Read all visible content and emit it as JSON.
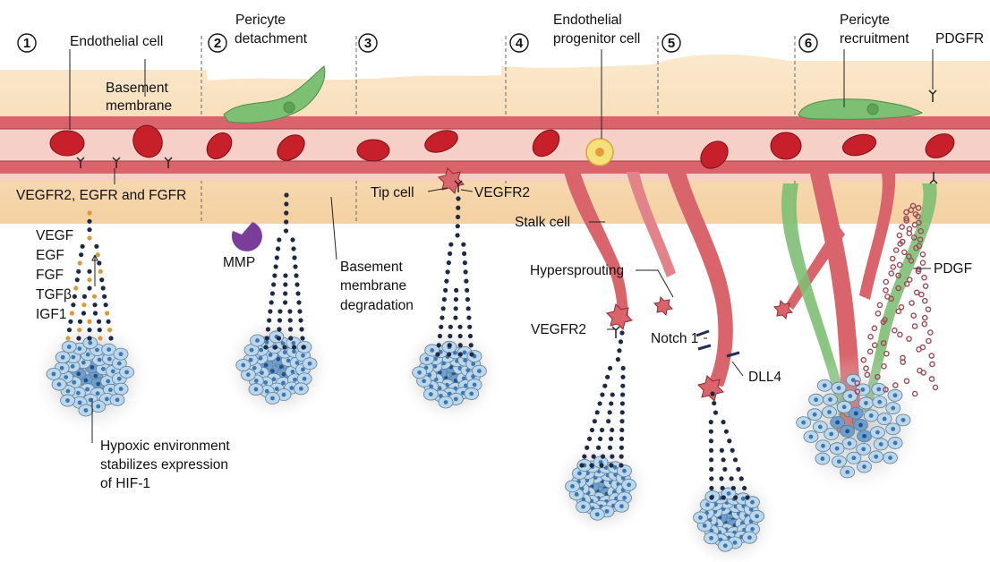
{
  "steps": [
    "1",
    "2",
    "3",
    "4",
    "5",
    "6"
  ],
  "labels": {
    "endothelial_cell": "Endothelial cell",
    "pericyte_detachment": [
      "Pericyte",
      "detachment"
    ],
    "endothelial_progenitor_cell": [
      "Endothelial",
      "progenitor cell"
    ],
    "pericyte_recruitment": [
      "Pericyte",
      "recruitment"
    ],
    "pdgfr": "PDGFR",
    "basement_membrane": [
      "Basement",
      "membrane"
    ],
    "receptors": "VEGFR2, EGFR and FGFR",
    "growth_factors": [
      "VEGF",
      "EGF",
      "FGF",
      "TGFβ",
      "IGF1"
    ],
    "mmp": "MMP",
    "basement_membrane_degradation": [
      "Basement",
      "membrane",
      "degradation"
    ],
    "tip_cell": "Tip cell",
    "vegfr2_tip": "VEGFR2",
    "stalk_cell": "Stalk cell",
    "hypersprouting": "Hypersprouting",
    "vegfr2_sprout": "VEGFR2",
    "notch1": "Notch 1",
    "dll4": "DLL4",
    "pdgf": "PDGF",
    "hypoxic": [
      "Hypoxic environment",
      "stabilizes expression",
      "of HIF-1"
    ]
  },
  "colors": {
    "vessel_wall": "#d9646b",
    "vessel_lumen": "#f6cfc6",
    "red_blood_cell": "#c8202a",
    "pericyte": "#7dbf73",
    "basement_membrane": "#f7d9ae",
    "tumour_cell": "#bcd6ea",
    "tumour_nucleus": "#3b78b3",
    "mmp": "#7b3d9a",
    "progenitor": "#f5e07a",
    "vegf_dots": "#1e2a44",
    "pdgf_dots": "#9c4a55"
  }
}
